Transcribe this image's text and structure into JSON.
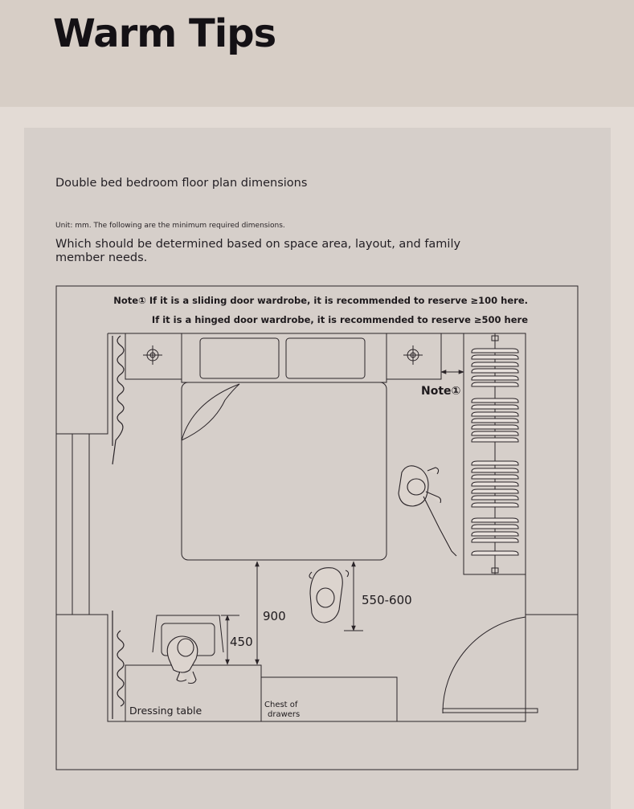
{
  "header": {
    "title": "Warm Tips"
  },
  "content": {
    "subtitle": "Double bed bedroom floor plan dimensions",
    "unit_note": "Unit: mm. The following are the minimum required dimensions.",
    "intro": "Which should be determined based on space area, layout, and family member needs."
  },
  "plan": {
    "note_line_1": "Note① If it is a sliding door wardrobe, it is recommended to reserve ≥100 here.",
    "note_line_2": "If it is a hinged door wardrobe, it is recommended to reserve ≥500 here",
    "note_marker": "Note①",
    "dim_bed_to_dresser": "900",
    "dim_chair_depth": "450",
    "dim_walkway": "550-600",
    "label_dressing_table": "Dressing table",
    "label_chest_line1": "Chest of",
    "label_chest_line2": "drawers"
  },
  "colors": {
    "header_band": "#d7cec6",
    "page_bg": "#e3dbd5",
    "card_bg": "#d6cfca",
    "line": "#2a2428"
  }
}
